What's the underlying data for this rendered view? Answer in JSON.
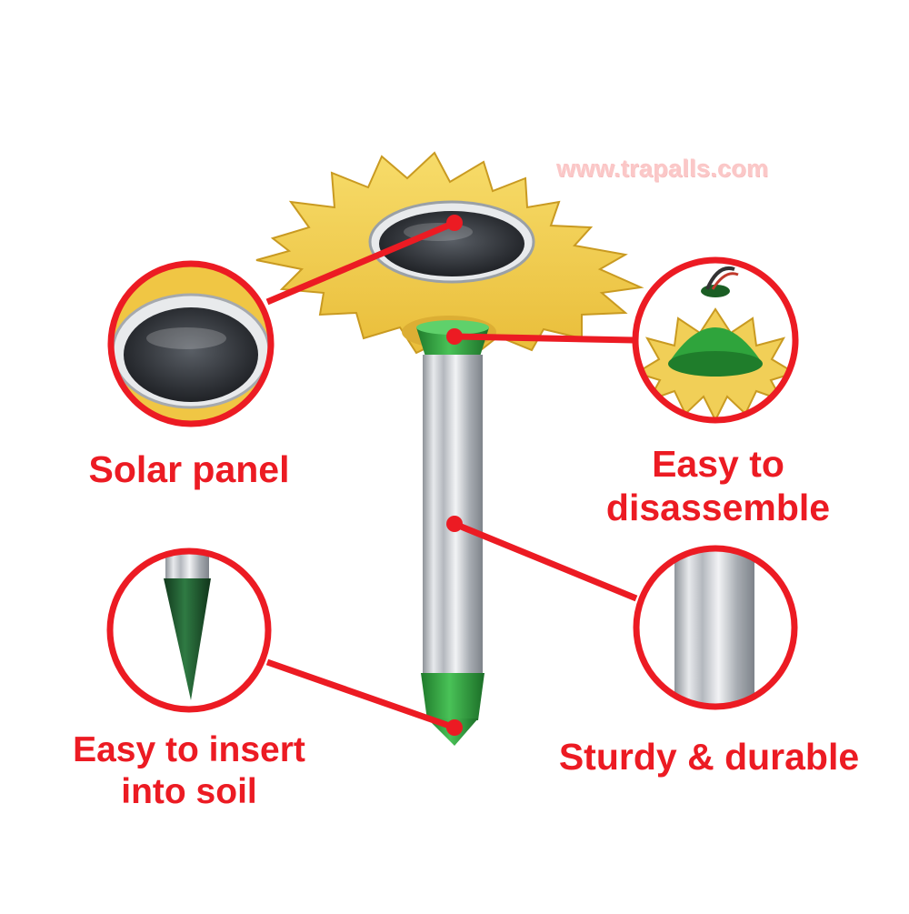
{
  "watermark": "www.trapalls.com",
  "callouts": {
    "solar_panel": "Solar panel",
    "disassemble": [
      "Easy to",
      "disassemble"
    ],
    "insert": [
      "Easy to insert",
      "into soil"
    ],
    "sturdy": "Sturdy & durable"
  },
  "colors": {
    "accent_red": "#ec1b23",
    "petal_yellow": "#f4d25a",
    "body_green": "#2e9e3a",
    "tip_green": "#1e5a2e",
    "tube_silver": "#c9ccd1"
  }
}
